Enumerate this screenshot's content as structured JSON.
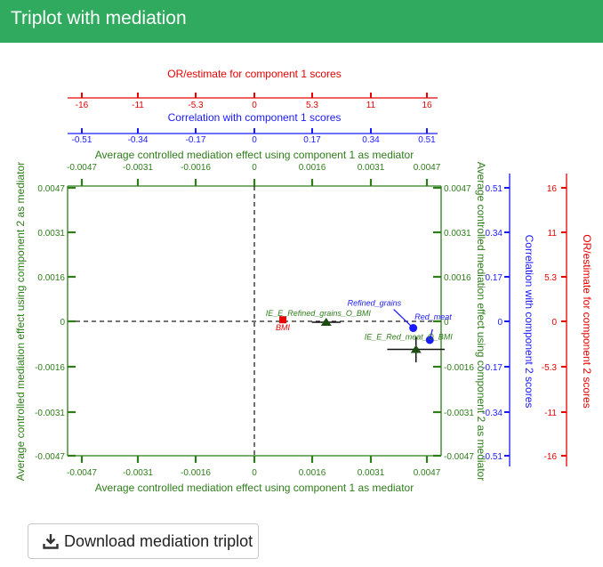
{
  "header": {
    "title": "Triplot with mediation"
  },
  "download_button": {
    "label": "Download mediation triplot",
    "icon": "download-icon"
  },
  "colors": {
    "header": "#2faa5e",
    "axis_green": "#2e7d1a",
    "blue": "#1a1aff",
    "red": "#e60000",
    "point_blue": "#1a1aff",
    "point_red": "#e60000"
  },
  "chart_data": {
    "type": "scatter",
    "title": "",
    "axes": {
      "bottom": {
        "label": "Average controlled mediation effect using component 1 as mediator",
        "ticks": [
          "-0.0047",
          "-0.0031",
          "-0.0016",
          "0",
          "0.0016",
          "0.0031",
          "0.0047"
        ],
        "lim": [
          -0.0052,
          0.0052
        ]
      },
      "left": {
        "label": "Average controlled mediation effect using component 2 as mediator",
        "ticks": [
          "0.0047",
          "0.0031",
          "0.0016",
          "0",
          "-0.0016",
          "-0.0031",
          "-0.0047"
        ],
        "lim": [
          -0.0052,
          0.0052
        ]
      },
      "top_green": {
        "label": "Average controlled mediation effect using component 1 as mediator",
        "ticks": [
          "-0.0047",
          "-0.0031",
          "-0.0016",
          "0",
          "0.0016",
          "0.0031",
          "0.0047"
        ]
      },
      "top_blue": {
        "label": "Correlation with component 1 scores",
        "ticks": [
          "-0.51",
          "-0.34",
          "-0.17",
          "0",
          "0.17",
          "0.34",
          "0.51"
        ]
      },
      "top_red": {
        "label": "OR/estimate for component 1 scores",
        "ticks": [
          "-16",
          "-11",
          "-5.3",
          "0",
          "5.3",
          "11",
          "16"
        ]
      },
      "right_green": {
        "label": "Average controlled mediation effect using component 2 as mediator",
        "ticks": [
          "0.0047",
          "0.0031",
          "0.0016",
          "0",
          "-0.0016",
          "-0.0031",
          "-0.0047"
        ]
      },
      "right_blue": {
        "label": "Correlation with component 2 scores",
        "ticks": [
          "0.51",
          "0.34",
          "0.17",
          "0",
          "-0.17",
          "-0.34",
          "-0.51"
        ]
      },
      "right_red": {
        "label": "OR/estimate for component 2 scores",
        "ticks": [
          "16",
          "11",
          "5.3",
          "0",
          "-5.3",
          "-11",
          "-16"
        ]
      }
    },
    "mediation_points": [
      {
        "name": "IE_E_Refined_grains_O_BMI",
        "x": 0.002,
        "y": -5e-05,
        "xerr": 0.0004,
        "yerr": 0.0001
      },
      {
        "name": "IE_E_Red_meat_O_BMI",
        "x": 0.0045,
        "y": -0.0011,
        "xerr": 0.0008,
        "yerr": 0.0005
      }
    ],
    "correlation_points": [
      {
        "name": "Refined_grains",
        "x": 0.48,
        "y": -0.03
      },
      {
        "name": "Red_meat",
        "x": 0.53,
        "y": -0.08
      }
    ],
    "outcome_points": [
      {
        "name": "BMI",
        "x": 2.7,
        "y": 0.15
      }
    ],
    "grid": false
  }
}
